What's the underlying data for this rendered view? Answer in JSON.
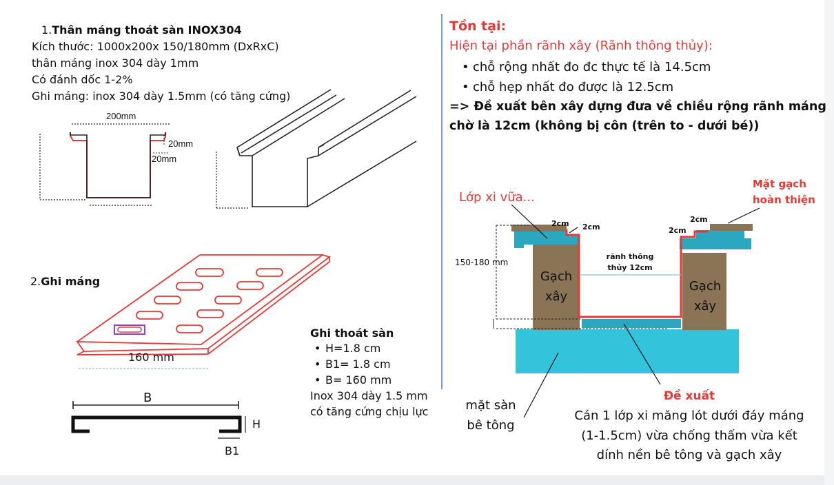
{
  "left": {
    "section1": {
      "number": "1.",
      "title": "Thân máng thoát sàn INOX304",
      "lines": [
        "Kích thước: 1000x200x 150/180mm (DxRxC)",
        "thân máng inox 304 dày 1mm",
        "Có đánh dốc 1-2%",
        "Ghi máng: inox 304 dày 1.5mm (có tăng cứng)"
      ],
      "dim_top": "200mm",
      "dim_lip_h": "20mm",
      "dim_lip_w": "20mm"
    },
    "section2": {
      "number": "2.",
      "title": "Ghi máng",
      "grate_width_label": "160 mm",
      "profile_b": "B",
      "profile_h": "H",
      "profile_b1": "B1"
    },
    "grate_spec": {
      "title": "Ghi thoát sàn",
      "items": [
        "H=1.8 cm",
        "B1= 1.8 cm",
        "B= 160 mm"
      ],
      "note_line1": "Inox 304 dày 1.5 mm",
      "note_line2": "có tăng cứng chịu lực"
    }
  },
  "right": {
    "heading": "Tồn tại:",
    "subheading": "Hiện tại phần rãnh xây (Rãnh thông thủy):",
    "bullets": [
      "chỗ rộng nhất đo đc thực tế là 14.5cm",
      "chỗ hẹp nhất đo được là 12.5cm"
    ],
    "proposal_prefix": "=> ",
    "proposal_line1": "Đề xuất bên xây dựng đưa về chiều rộng rãnh máng",
    "proposal_line2": "chờ là 12cm (không bị côn (trên to - dưới bé))",
    "diagram": {
      "label_mortar": "Lớp xi vữa...",
      "label_tile_1": "Mặt gạch",
      "label_tile_2": "hoàn thiện",
      "dim_2cm": "2cm",
      "dim_height": "150-180 mm",
      "channel_label_1": "rãnh thông",
      "channel_label_2": "thủy 12cm",
      "brick_1": "Gạch",
      "brick_2": "xây",
      "floor_1": "mặt sàn",
      "floor_2": "bê tông",
      "proposal_title": "Đề xuất",
      "proposal_text_1": "Cán 1 lớp xi măng lót dưới đáy máng",
      "proposal_text_2": "(1-1.5cm) vừa chống thấm vừa kết",
      "proposal_text_3": "dính nền bê tông và gạch xây"
    }
  },
  "colors": {
    "red": "#e53935",
    "brick": "#8b7355",
    "concrete": "#33c3da",
    "mortar": "#2ba7c0",
    "divider": "#7d9cc4"
  }
}
